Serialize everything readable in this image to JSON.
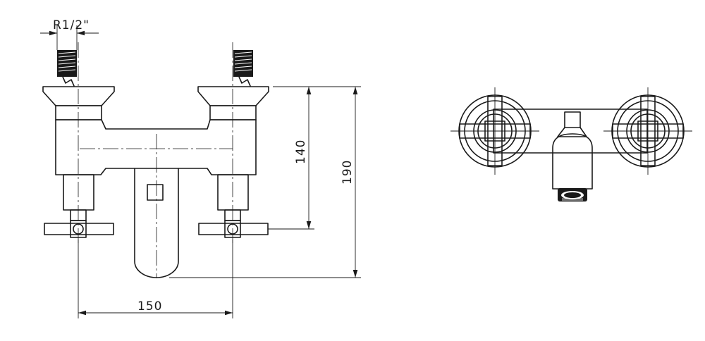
{
  "drawing": {
    "thread_label": "R1/2\"",
    "dim_height_inner": "140",
    "dim_height_total": "190",
    "dim_width": "150"
  }
}
